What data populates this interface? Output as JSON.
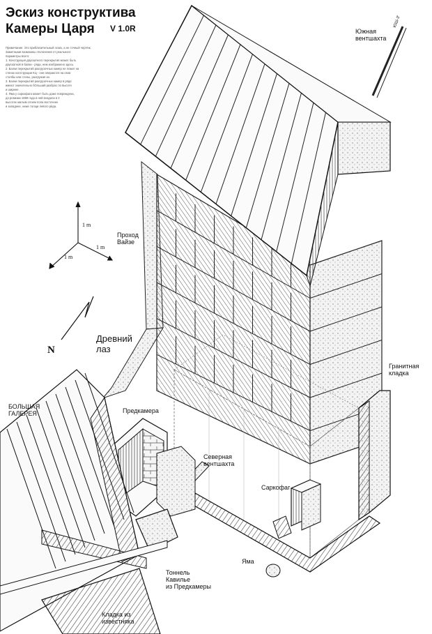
{
  "title": {
    "line1": "Эскиз конструктива",
    "line2": "Камеры Царя",
    "version": "V 1.0R"
  },
  "notes": [
    "Примечание: Это приблизительный эскиз, а не точный чертёж.",
    "Заметными возможны отклонения от реального",
    "параметры всего:",
    "1. Конструкция двускатного перекрытия может быть",
    "двускатной в балки - ряда, нем изображено здесь.",
    "2. Балки перекрытий разгрузочных камер не лежат на",
    "стенах конструкции КЦ - они опираются на свои",
    "столбы или стены, разгружая их.",
    "3. Балки перекрытий разгрузочных камер в ряде",
    "имеют значительно бОльший разброс по высоте",
    "и ширине.",
    "4. Яма у саркофага может быть даже повреждена,",
    "до ревизии 1869 года и ней входила в 2",
    "высотах малым слоем пола восточнее",
    "и западнее, ниже толщи левого ряда."
  ],
  "labels": {
    "south_shaft": "Южная\nвентшахта",
    "south_shaft_tag": "ЮШ-3'",
    "passage": "Проход\nВайзе",
    "ancient_hole": "Древний\nлаз",
    "granite": "Гранитная\nкладка",
    "grand_gallery": "БОЛЬШАЯ\nГАЛЕРЕЯ",
    "antechamber": "Предкамера",
    "north_shaft": "Северная\nвентшахта",
    "sarcophagus": "Саркофаг",
    "pit": "Яма",
    "tunnel": "Тоннель\nКавилье\nиз Предкамеры",
    "limestone": "Кладка из\nизвестняка"
  },
  "axes": {
    "x": "1 m",
    "y": "1 m",
    "z": "1 m",
    "north": "N"
  },
  "colors": {
    "ink": "#111111",
    "light": "#f4f4f4",
    "hatch": "#333333",
    "shade": "#dcdcdc"
  }
}
